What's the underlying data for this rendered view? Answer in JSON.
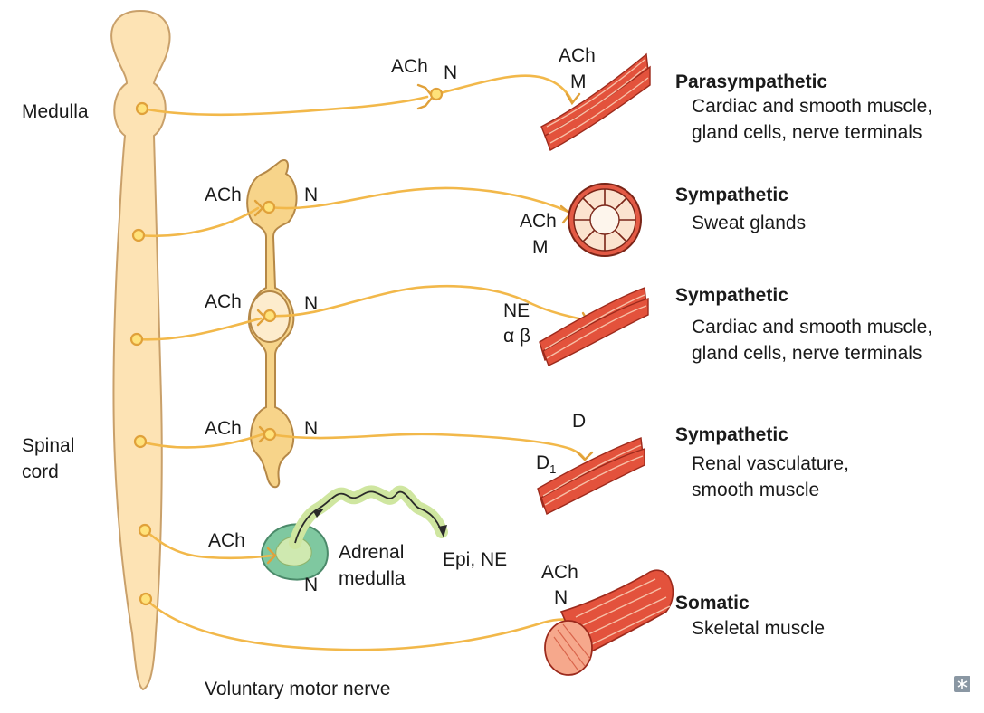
{
  "spinal": {
    "medulla_label": "Medulla",
    "spinal_label_line1": "Spinal",
    "spinal_label_line2": "cord"
  },
  "pathways": [
    {
      "division": "Parasympathetic",
      "target_line1": "Cardiac and smooth muscle,",
      "target_line2": "gland cells, nerve terminals",
      "ganglion_transmitter": "ACh",
      "ganglion_receptor": "N",
      "effector_transmitter": "ACh",
      "effector_receptor": "M"
    },
    {
      "division": "Sympathetic",
      "target_line1": "Sweat glands",
      "target_line2": "",
      "ganglion_transmitter": "ACh",
      "ganglion_receptor": "N",
      "effector_transmitter": "ACh",
      "effector_receptor": "M"
    },
    {
      "division": "Sympathetic",
      "target_line1": "Cardiac and smooth muscle,",
      "target_line2": "gland cells, nerve terminals",
      "ganglion_transmitter": "ACh",
      "ganglion_receptor": "N",
      "effector_transmitter": "NE",
      "effector_receptor": "α β"
    },
    {
      "division": "Sympathetic",
      "target_line1": "Renal vasculature,",
      "target_line2": "smooth muscle",
      "ganglion_transmitter": "ACh",
      "ganglion_receptor": "N",
      "effector_transmitter": "D",
      "effector_receptor": "D",
      "effector_receptor_subscript": "1"
    },
    {
      "division": "Somatic",
      "target_line1": "Skeletal muscle",
      "target_line2": "",
      "effector_transmitter": "ACh",
      "effector_receptor": "N"
    }
  ],
  "adrenal": {
    "transmitter": "ACh",
    "receptor": "N",
    "label_line1": "Adrenal",
    "label_line2": "medulla",
    "release": "Epi, NE"
  },
  "voluntary_label": "Voluntary motor nerve",
  "corner_icon": "asterisk-icon",
  "colors": {
    "nerve": "#f2b84a",
    "cord": "#fde3b4",
    "muscle": "#e3523c",
    "adrenal": "#7fc8a0"
  }
}
